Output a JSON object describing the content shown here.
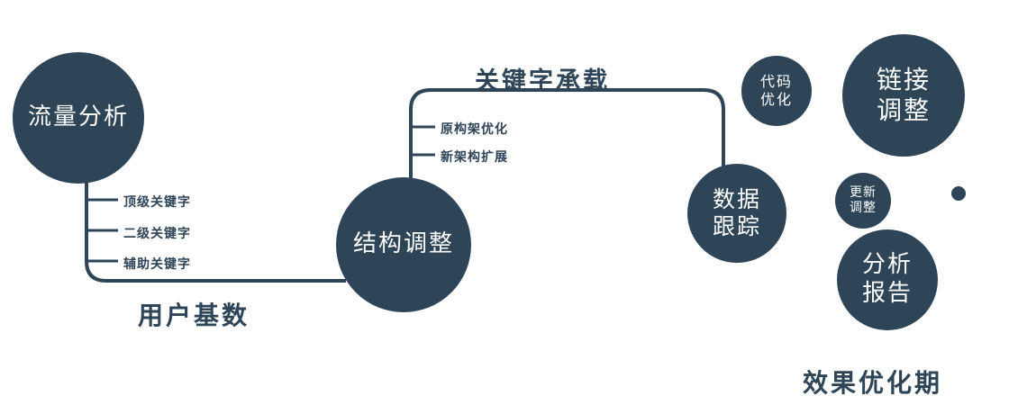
{
  "accent": "#2e4457",
  "nodes": {
    "traffic": {
      "lines": [
        "流量分析"
      ]
    },
    "structure": {
      "lines": [
        "结构调整"
      ]
    },
    "tracking": {
      "lines": [
        "数据",
        "跟踪"
      ]
    },
    "code": {
      "lines": [
        "代码",
        "优化"
      ]
    },
    "link": {
      "lines": [
        "链接",
        "调整"
      ]
    },
    "update": {
      "lines": [
        "更新",
        "调整"
      ]
    },
    "report": {
      "lines": [
        "分析",
        "报告"
      ]
    }
  },
  "edge_labels": {
    "user_base": "用户基数",
    "keyword_carry": "关键字承载"
  },
  "branch_labels": {
    "traffic": [
      "顶级关键字",
      "二级关键字",
      "辅助关键字"
    ],
    "structure": [
      "原构架优化",
      "新架构扩展"
    ]
  },
  "caption": "效果优化期"
}
